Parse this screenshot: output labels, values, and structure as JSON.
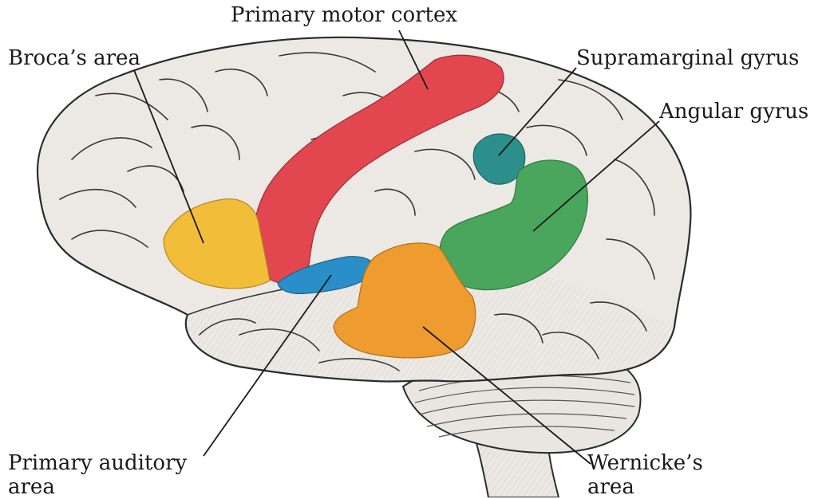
{
  "labels": {
    "primary_motor_cortex": "Primary motor cortex",
    "brocas_area": "Broca’s area",
    "supramarginal_gyrus": "Supramarginal gyrus",
    "angular_gyrus": "Angular gyrus",
    "primary_auditory_area_line1": "Primary auditory",
    "primary_auditory_area_line2": "area",
    "wernickes_area_line1": "Wernicke’s",
    "wernickes_area_line2": "area"
  },
  "colors": {
    "primary_motor_cortex": "#e2474f",
    "brocas_area": "#f2be3a",
    "supramarginal_gyrus": "#2c8f8c",
    "angular_gyrus": "#4aa65c",
    "primary_auditory_area": "#2a8fc9",
    "wernickes_area": "#ee9b2f",
    "brain_tissue": "#ece8e4",
    "outline": "#2b2b2b"
  }
}
